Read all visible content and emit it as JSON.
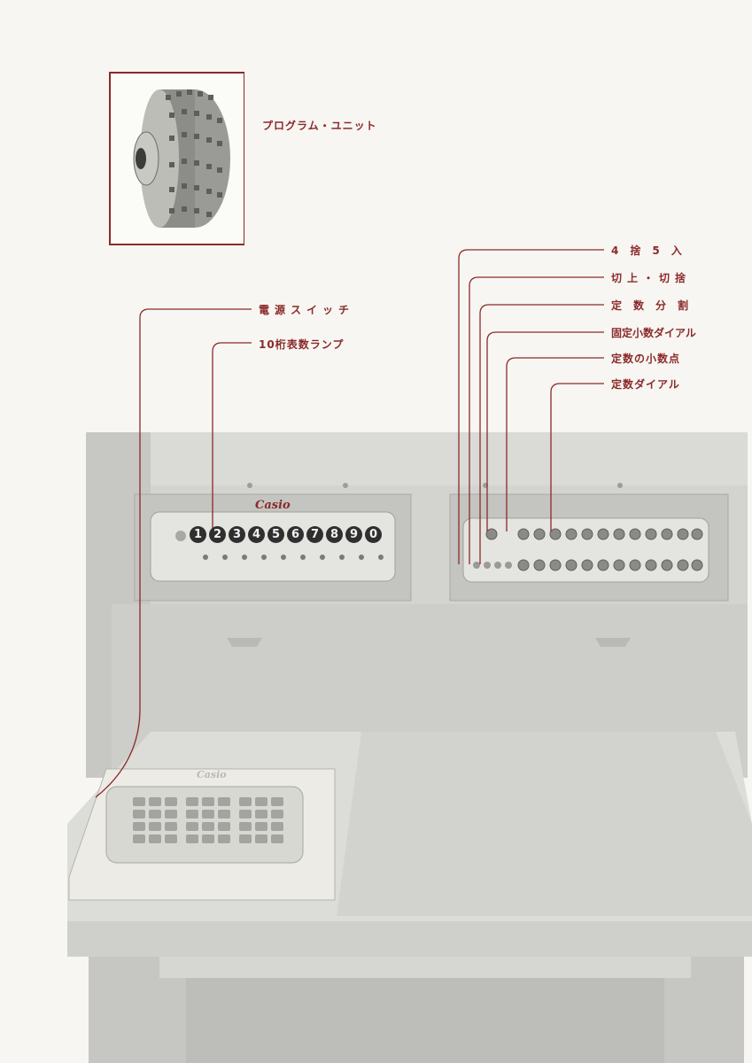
{
  "inset": {
    "caption": "プログラム・ユニット"
  },
  "callouts_left": {
    "power_switch": "電源スイッチ",
    "digit_lamp": "10桁表数ランプ"
  },
  "callouts_right": {
    "round": "4捨5入",
    "cut": "切上・切捨",
    "constant_div": "定数分割",
    "fixed_decimal": "固定小数ダイアル",
    "const_decimal": "定数の小数点",
    "const_dial": "定数ダイアル"
  },
  "machine": {
    "brand": "Casio",
    "keyboard_brand": "Casio",
    "display_digits": [
      "1",
      "2",
      "3",
      "4",
      "5",
      "6",
      "7",
      "8",
      "9",
      "0"
    ]
  },
  "colors": {
    "accent": "#8b2a2a",
    "machine_body": "#cfcfcb",
    "panel": "#e2e2de"
  }
}
